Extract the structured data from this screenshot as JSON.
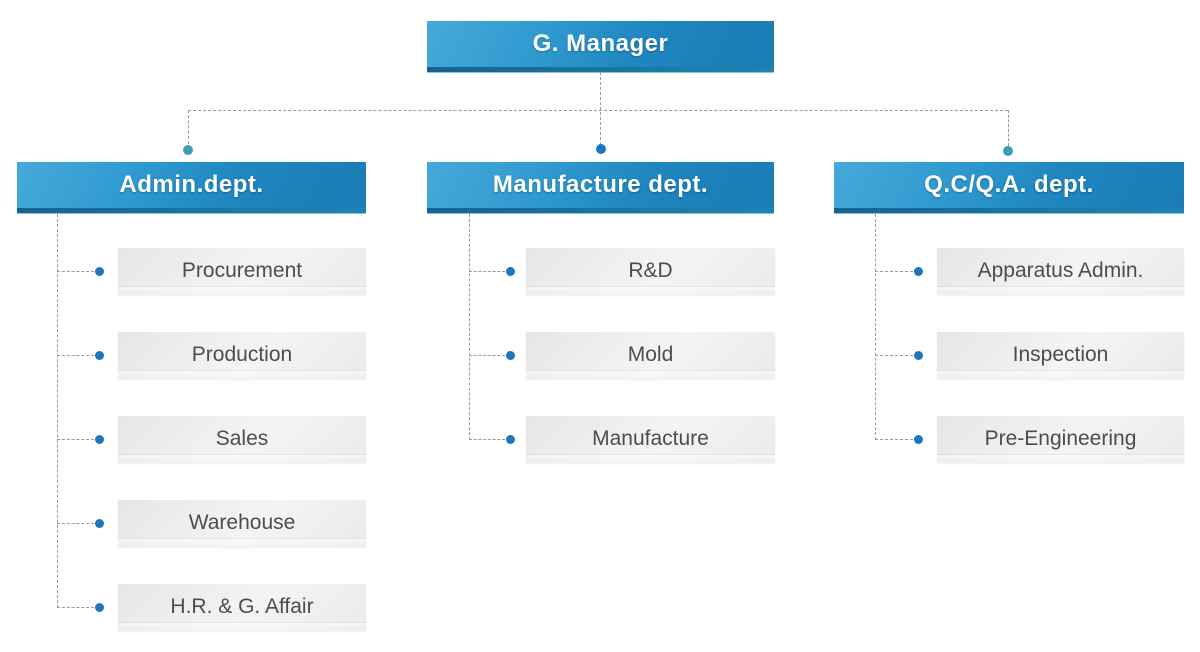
{
  "root": {
    "label": "G. Manager"
  },
  "columns": [
    {
      "title": "Admin.dept.",
      "children": [
        "Procurement",
        "Production",
        "Sales",
        "Warehouse",
        "H.R. & G. Affair"
      ]
    },
    {
      "title": "Manufacture dept.",
      "children": [
        "R&D",
        "Mold",
        "Manufacture"
      ]
    },
    {
      "title": "Q.C/Q.A. dept.",
      "children": [
        "Apparatus Admin.",
        "Inspection",
        "Pre-Engineering"
      ]
    }
  ],
  "colors": {
    "header-blue-light": "#45aad9",
    "header-blue": "#1f86c0",
    "header-blue-dark": "#1a7cb2",
    "header-strip-dark": "#17628c",
    "header-strip-mid": "#1f84b2",
    "header-strip-light": "#7cc6e6",
    "header-text": "#ffffff",
    "child-bg": "#eaeaea",
    "child-bg-light": "#f4f4f4",
    "child-text": "#4d4d4d",
    "line-gray": "#9b9b9b",
    "dot-blue": "#1d76bd",
    "dot-teal": "#3d9cb6"
  }
}
